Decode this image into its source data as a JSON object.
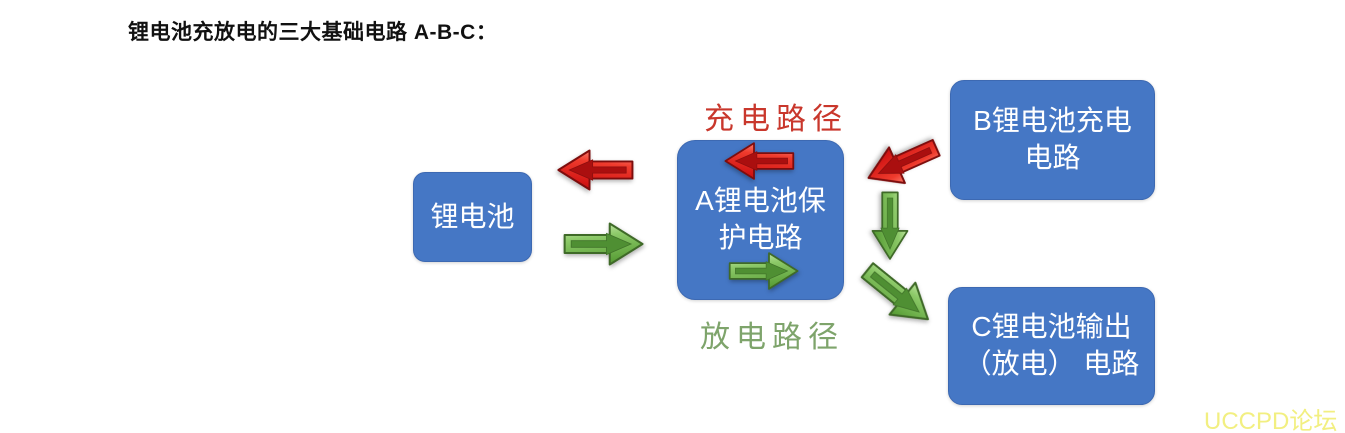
{
  "title": "锂电池充放电的三大基础电路 A-B-C：",
  "nodes": {
    "battery": {
      "line1": "锂电池",
      "line2": ""
    },
    "protection": {
      "line1": "A锂电池保",
      "line2": "护电路"
    },
    "charger": {
      "line1": "B锂电池充电",
      "line2": "电路"
    },
    "output": {
      "line1": "C锂电池输出",
      "line2": "（放电） 电路"
    }
  },
  "labels": {
    "charge_path": "充电路径",
    "discharge_path": "放电路径",
    "watermark": "UCCPD论坛"
  },
  "arrows": {
    "charge_protection_to_battery": {
      "color": "red",
      "direction": "left"
    },
    "discharge_battery_to_protection": {
      "color": "green",
      "direction": "right"
    },
    "charge_inside_protection": {
      "color": "red",
      "direction": "left"
    },
    "discharge_inside_protection": {
      "color": "green",
      "direction": "right"
    },
    "charge_charger_to_protection": {
      "color": "red",
      "direction": "down-left"
    },
    "discharge_protection_down": {
      "color": "green",
      "direction": "down"
    },
    "discharge_to_output": {
      "color": "green",
      "direction": "down-right"
    }
  },
  "colors": {
    "box_blue": "#4577C5",
    "box_text": "#FFFFFF",
    "charge_label_red": "#C9372C",
    "discharge_label_green": "#7EA46B",
    "arrow_red": "#E02020",
    "arrow_green": "#6CB04B",
    "watermark_yellow": "#F2EF81",
    "title_black": "#111111"
  }
}
